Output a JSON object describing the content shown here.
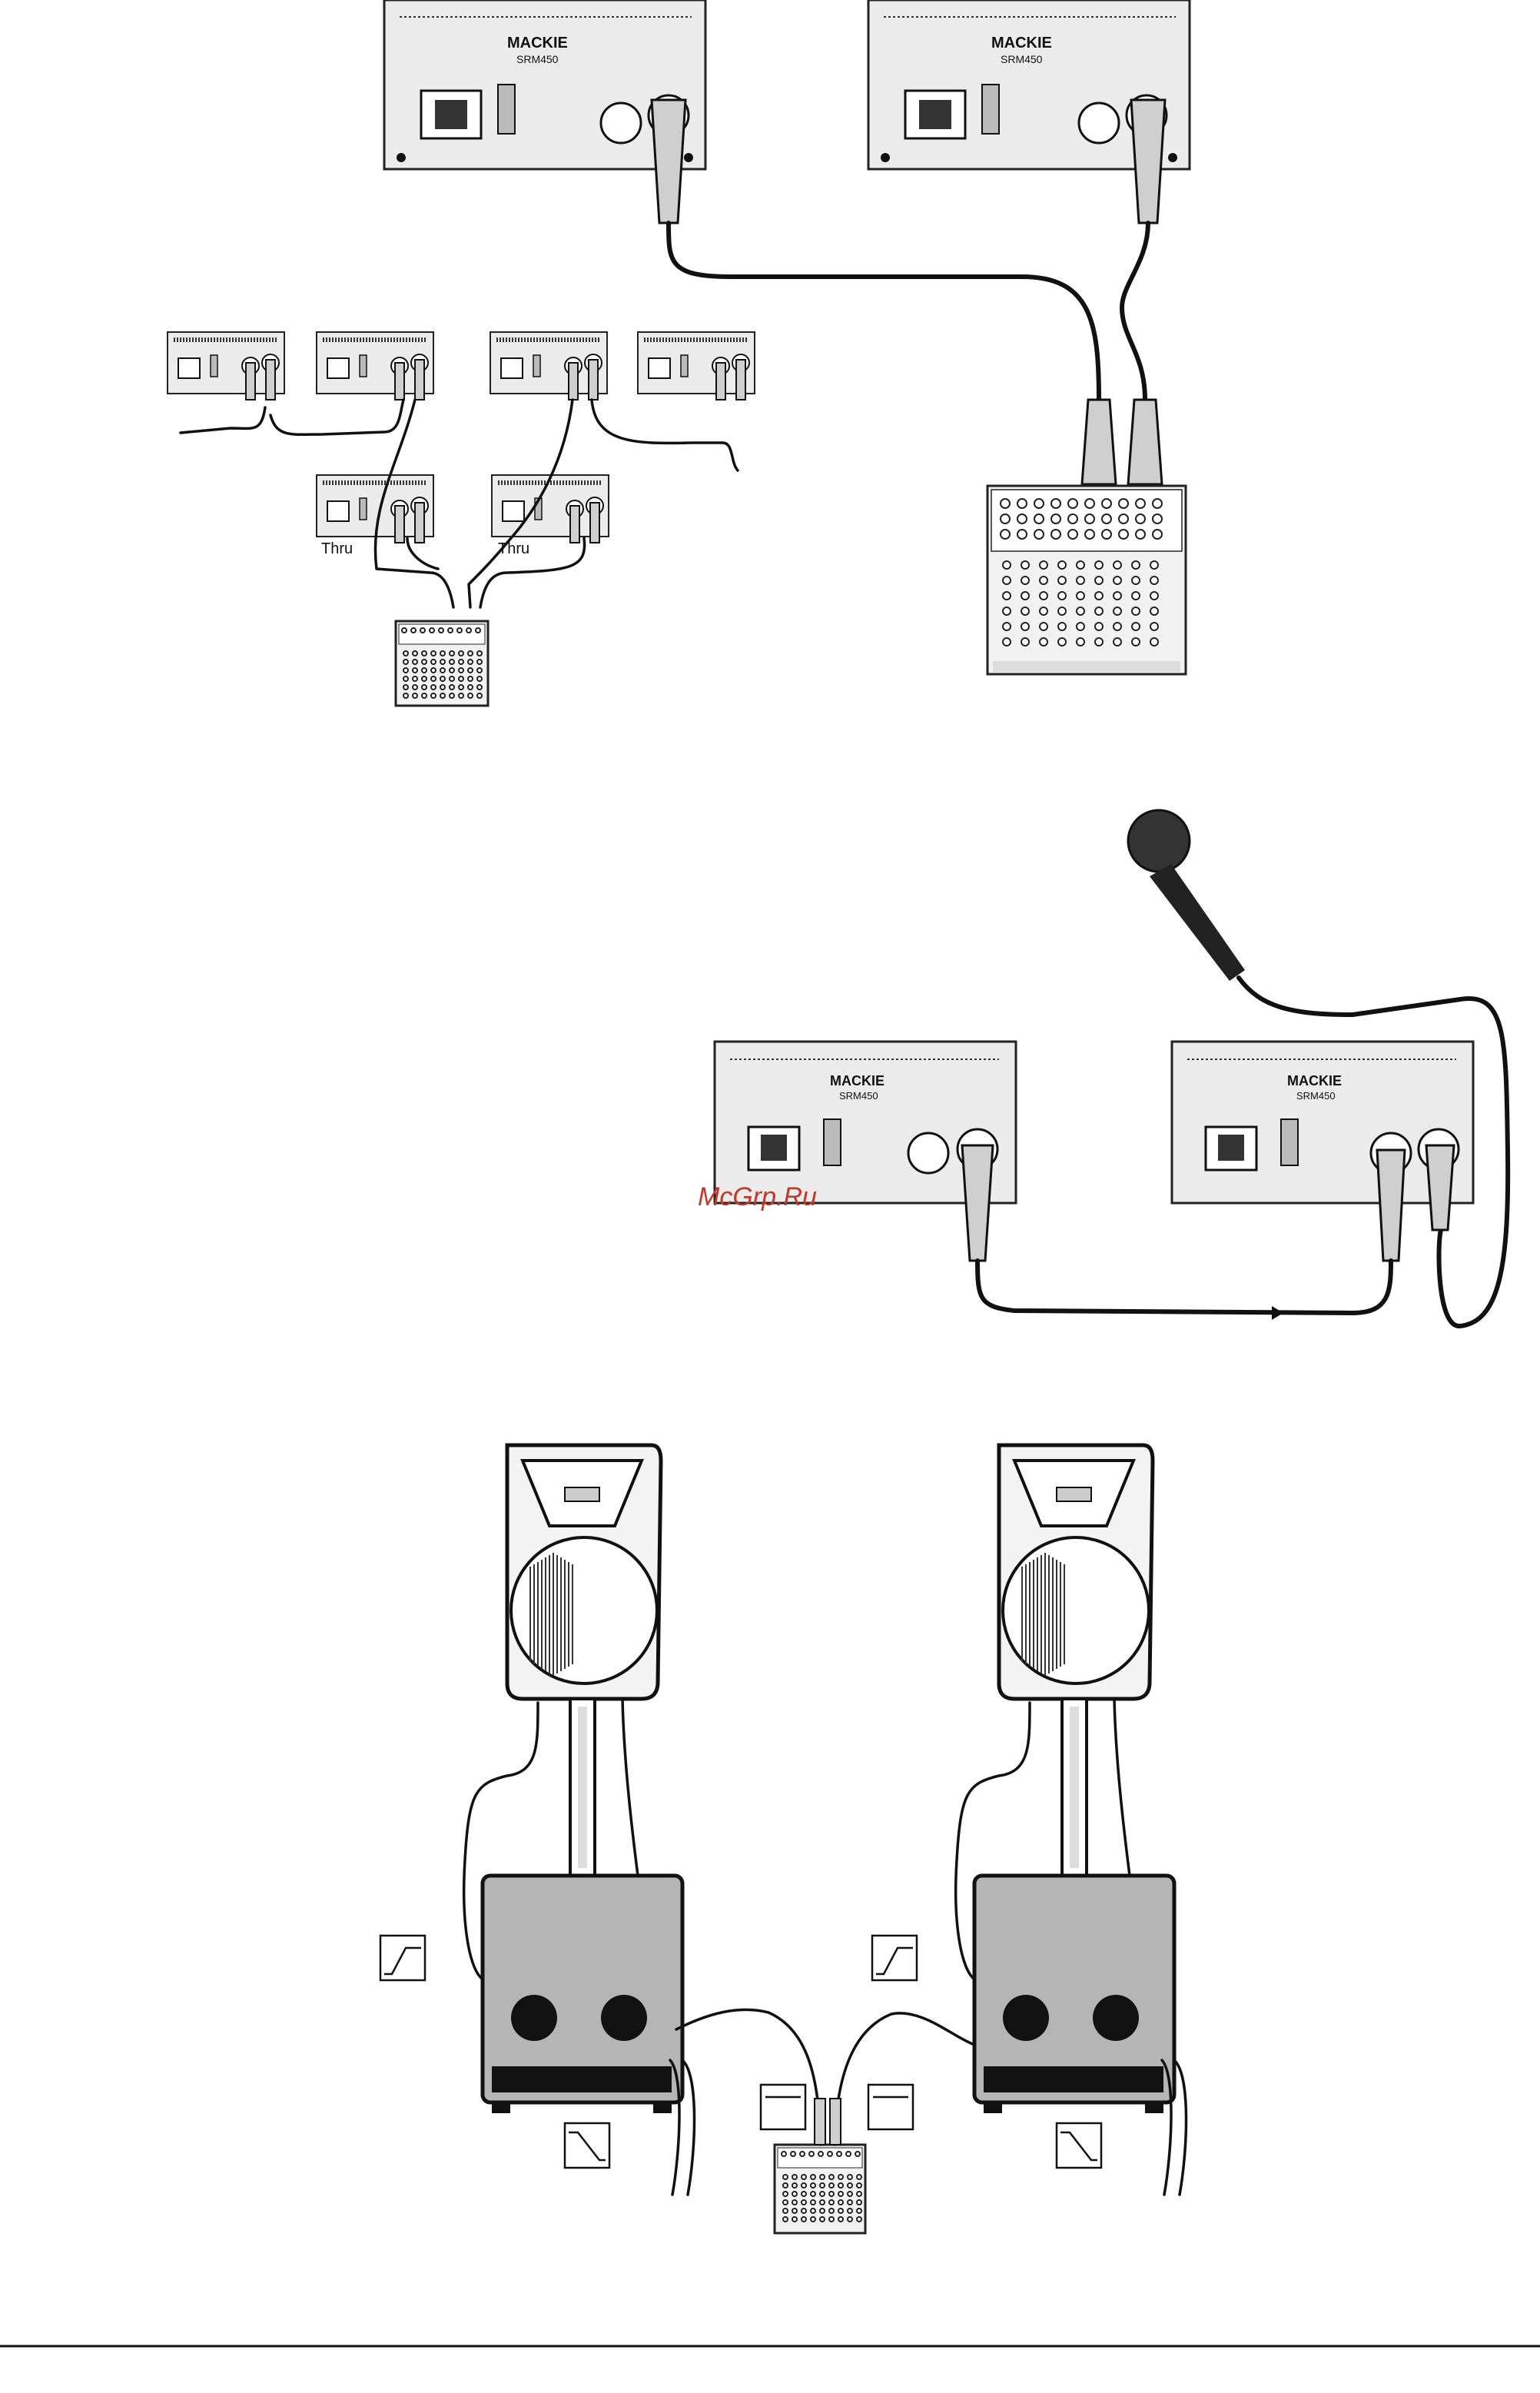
{
  "labels": {
    "brand": "MACKIE",
    "model": "SRM450",
    "thru": "Thru",
    "watermark": "McGrp.Ru"
  },
  "colors": {
    "ink": "#111111",
    "panel": "#ececec",
    "subwoofer": "#b5b5b5",
    "watermark": "#c0392b"
  },
  "icons": {
    "filter_highpass": "high-pass-filter-icon",
    "filter_lowpass": "low-pass-filter-icon",
    "filter_flat": "full-range-icon"
  }
}
